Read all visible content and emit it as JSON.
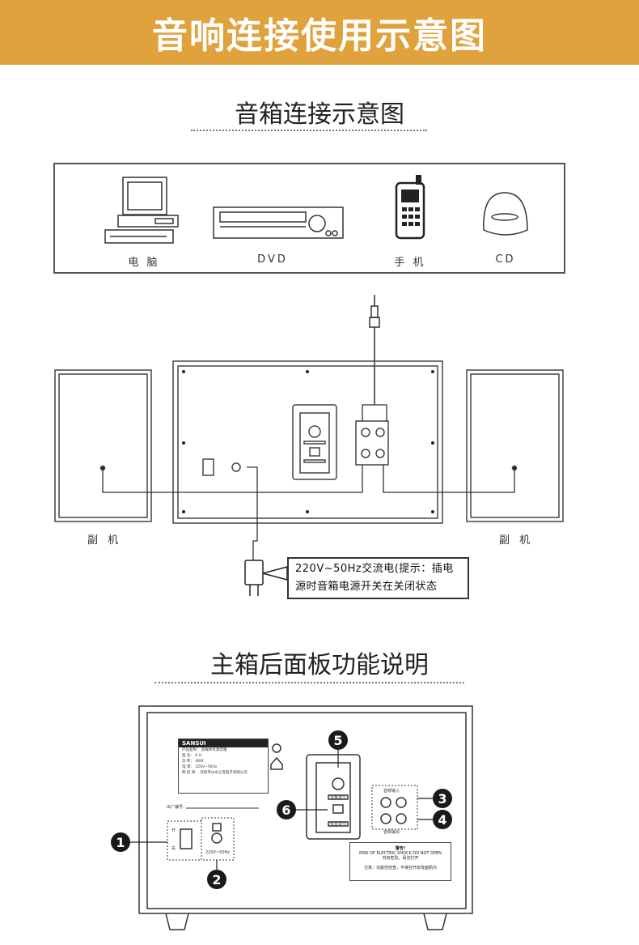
{
  "banner": {
    "title": "音响连接使用示意图"
  },
  "section1": {
    "title": "音箱连接示意图"
  },
  "sources": [
    {
      "label": "电 脑",
      "icon": "computer-icon"
    },
    {
      "label": "DVD",
      "icon": "dvd-player-icon"
    },
    {
      "label": "手 机",
      "icon": "mobile-phone-icon"
    },
    {
      "label": "CD",
      "icon": "cd-player-icon"
    }
  ],
  "satellites": {
    "left_label": "副 机",
    "right_label": "副 机"
  },
  "power_note": {
    "line1": "220V~50Hz交流电(提示：插电",
    "line2": "源时音箱电源开关在关闭状态"
  },
  "section2": {
    "title": "主箱后面板功能说明"
  },
  "rear_panel": {
    "brand": "SANSUI",
    "plate_lines": [
      "产品名称：  多媒体有源音箱",
      "型    号：  6 H",
      "功    率：  40W",
      "电    源：  220V~50Hz",
      "制 造 商：  深圳市山水之音电子有限公司"
    ],
    "serial_label": "出厂编号：",
    "power_rating": "220V~50Hz",
    "warning_title": "警告!",
    "warning_line1": "RISK OF ELECTRIC SHOCK DO NOT OPEN",
    "warning_line2": "内有危险，请勿打开",
    "warning_line3": "注意：功能性检查，不得在开启背面机内",
    "input_top_label": "音频输入",
    "input_bottom_label": "音频输出",
    "knob_top_label": "音量调节",
    "knob_bottom_label": "低音调节",
    "switch_on": "开",
    "switch_off": "关",
    "callouts": [
      "1",
      "2",
      "3",
      "4",
      "5",
      "6"
    ]
  }
}
